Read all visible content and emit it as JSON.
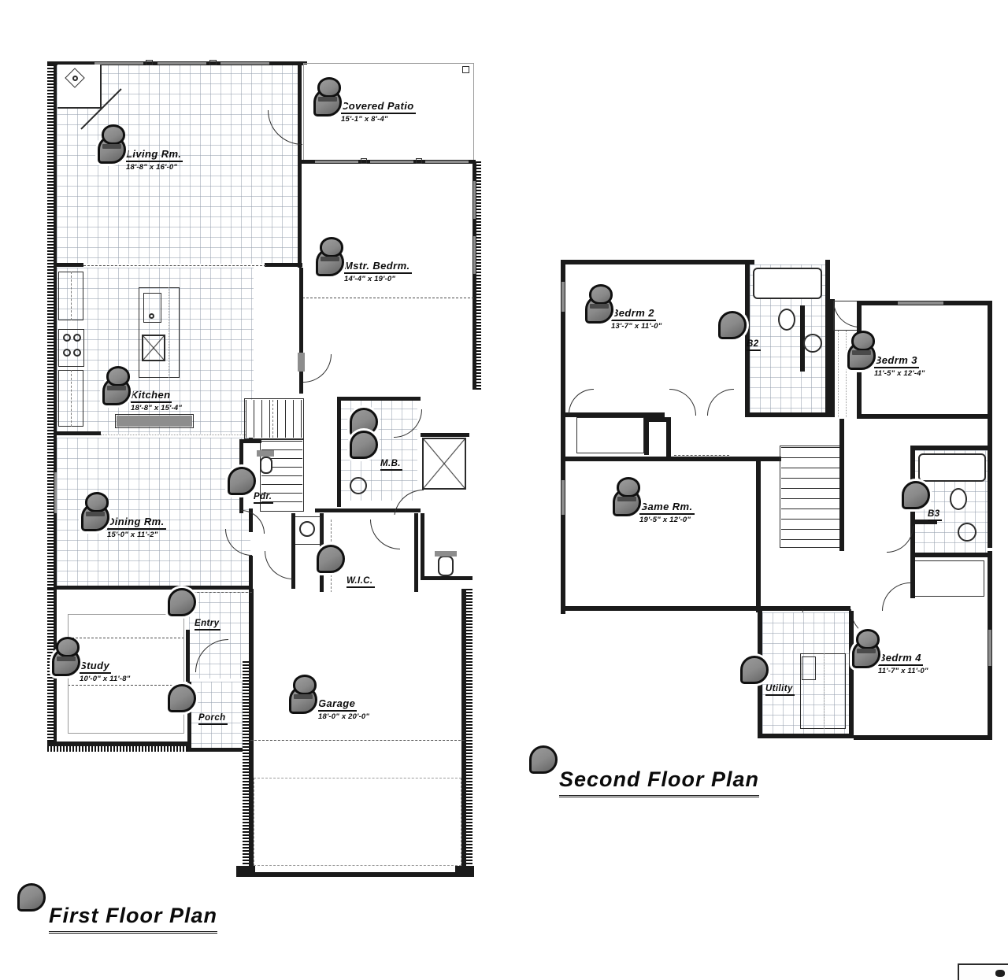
{
  "document": {
    "type": "architectural-floor-plan",
    "sheet_background": "#ffffff",
    "ink_color": "#111111"
  },
  "plans": [
    {
      "id": "first-floor",
      "title": "First Floor Plan",
      "rooms": [
        {
          "key": "living",
          "name": "Living  Rm.",
          "dim": "18'-8\" x 16'-0\""
        },
        {
          "key": "covered_patio",
          "name": "Covered  Patio",
          "dim": "15'-1\" x 8'-4\""
        },
        {
          "key": "mstr_bedrm",
          "name": "Mstr.  Bedrm.",
          "dim": "14'-4\" x 19'-0\""
        },
        {
          "key": "kitchen",
          "name": "Kitchen",
          "dim": "18'-8\" x 15'-4\""
        },
        {
          "key": "dining",
          "name": "Dining  Rm.",
          "dim": "15'-0\" x 11'-2\""
        },
        {
          "key": "study",
          "name": "Study",
          "dim": "10'-0\" x 11'-8\""
        },
        {
          "key": "garage",
          "name": "Garage",
          "dim": "18'-0\" x 20'-0\""
        },
        {
          "key": "powder",
          "name": "Pdr.",
          "dim": ""
        },
        {
          "key": "master_bath",
          "name": "M.B.",
          "dim": ""
        },
        {
          "key": "wic",
          "name": "W.I.C.",
          "dim": ""
        },
        {
          "key": "entry",
          "name": "Entry",
          "dim": ""
        },
        {
          "key": "porch",
          "name": "Porch",
          "dim": ""
        }
      ]
    },
    {
      "id": "second-floor",
      "title": "Second Floor Plan",
      "rooms": [
        {
          "key": "bedrm2",
          "name": "Bedrm 2",
          "dim": "13'-7\" x 11'-0\""
        },
        {
          "key": "bedrm3",
          "name": "Bedrm 3",
          "dim": "11'-5\" x 12'-4\""
        },
        {
          "key": "bedrm4",
          "name": "Bedrm 4",
          "dim": "11'-7\" x 11'-0\""
        },
        {
          "key": "game",
          "name": "Game  Rm.",
          "dim": "19'-5\" x 12'-0\""
        },
        {
          "key": "bath2",
          "name": "B2",
          "dim": ""
        },
        {
          "key": "bath3",
          "name": "B3",
          "dim": ""
        },
        {
          "key": "utility",
          "name": "Utility",
          "dim": ""
        }
      ]
    }
  ],
  "markers": {
    "description": "annotation pin overlays placed on the plan",
    "count_first_floor": 13,
    "count_second_floor": 8
  }
}
